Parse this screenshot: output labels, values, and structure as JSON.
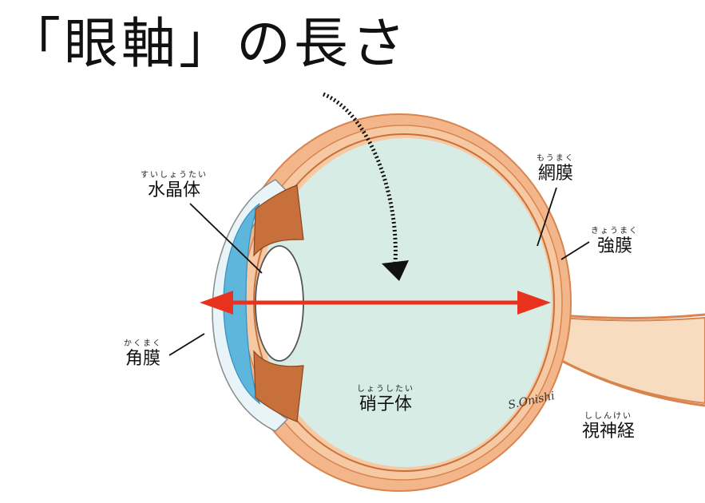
{
  "title": "「眼軸」の長さ",
  "signature": "S.Onishi",
  "labels": {
    "lens": {
      "ruby": "すいしょうたい",
      "name": "水晶体"
    },
    "retina": {
      "ruby": "もうまく",
      "name": "網膜"
    },
    "sclera": {
      "ruby": "きょうまく",
      "name": "強膜"
    },
    "cornea": {
      "ruby": "かくまく",
      "name": "角膜"
    },
    "vitreous": {
      "ruby": "しょうしたい",
      "name": "硝子体"
    },
    "optic_nerve": {
      "ruby": "ししんけい",
      "name": "視神経"
    }
  },
  "colors": {
    "axis_arrow": "#e8321e",
    "sclera": "#f2b68a",
    "sclera_dark": "#e29a6a",
    "vitreous": "#d8ece6",
    "aqueous": "#5fb6dd",
    "iris": "#c8703c",
    "lens": "#ffffff",
    "optic_nerve": "#f7dcc0"
  }
}
